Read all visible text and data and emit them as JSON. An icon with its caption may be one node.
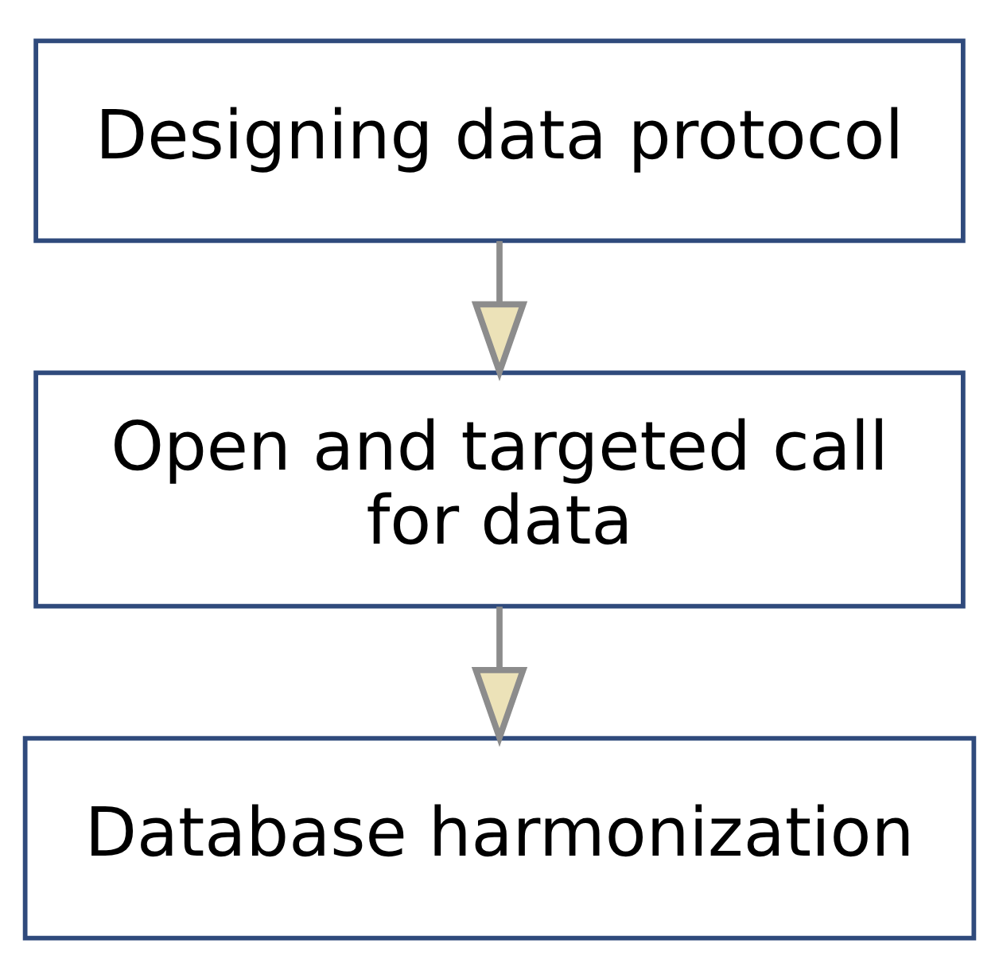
{
  "diagram": {
    "nodes": [
      {
        "text": [
          "Designing data protocol"
        ]
      },
      {
        "text": [
          "Open and targeted call for data"
        ]
      },
      {
        "text": [
          "Database harmonization"
        ]
      }
    ],
    "edges": [
      {
        "from": 0,
        "to": 1,
        "arrow": "to"
      },
      {
        "from": 1,
        "to": 2,
        "arrow": "to"
      }
    ]
  }
}
